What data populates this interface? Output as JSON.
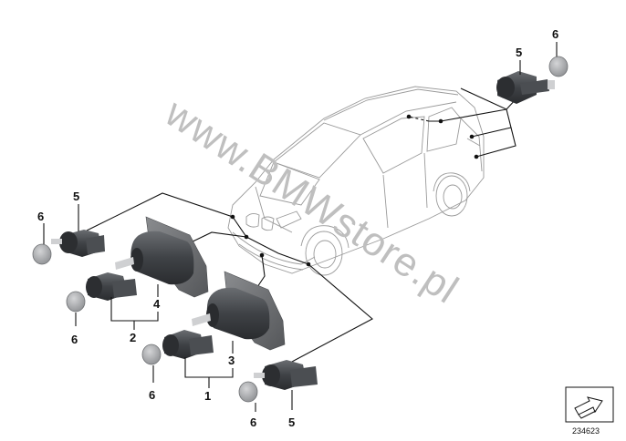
{
  "watermark": "www.BMWstore.pl",
  "diagram_number": "234623",
  "part_labels": {
    "p1": "1",
    "p2": "2",
    "p3": "3",
    "p4": "4",
    "p5_top": "5",
    "p5_left": "5",
    "p5_bottom": "5",
    "p6_top": "6",
    "p6_left_upper": "6",
    "p6_left_lower": "6",
    "p6_mid": "6",
    "p6_bottom": "6"
  },
  "colors": {
    "sensor_body": "#3f4246",
    "bracket": "#6b6d70",
    "cap": "#a4a6a9",
    "line": "#111111",
    "car_outline": "#9a9a9a",
    "watermark": "#bfbfbf"
  },
  "icons": [
    "direction-arrow-icon"
  ]
}
